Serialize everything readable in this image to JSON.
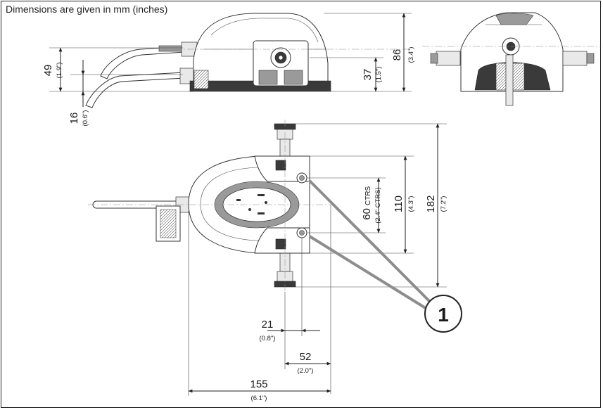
{
  "header": {
    "note": "Dimensions are given in mm (inches)"
  },
  "dimensions": {
    "d49": {
      "mm": "49",
      "in": "(1.9\")"
    },
    "d16": {
      "mm": "16",
      "in": "(0.6\")"
    },
    "d86": {
      "mm": "86",
      "in": "(3.4\")"
    },
    "d37": {
      "mm": "37",
      "in": "(1.5\")"
    },
    "d110": {
      "mm": "110",
      "in": "(4.3\")"
    },
    "d182": {
      "mm": "182",
      "in": "(7.2\")"
    },
    "d60": {
      "mm": "60",
      "suffix": "CTRS",
      "in": "(2.4\" CTRS)"
    },
    "d21": {
      "mm": "21",
      "in": "(0.8\")"
    },
    "d52": {
      "mm": "52",
      "in": "(2.0\")"
    },
    "d155": {
      "mm": "155",
      "in": "(6.1\")"
    }
  },
  "callout": {
    "label": "1"
  },
  "colors": {
    "line": "#222222",
    "callout": "#8d8d8d",
    "dark_fill": "#3a3a3a"
  }
}
